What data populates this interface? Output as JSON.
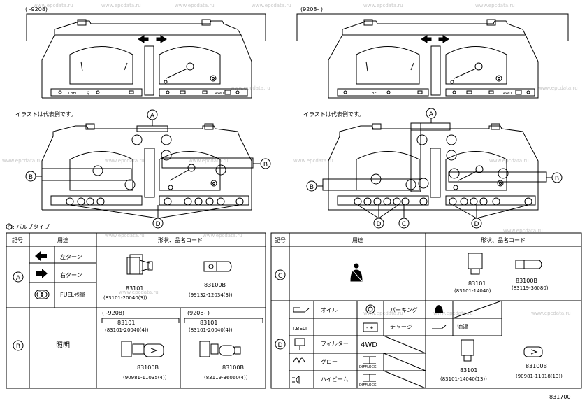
{
  "top_left": {
    "date_range": "( -9208)",
    "caption": "イラストは代表例です。",
    "strip_text": [
      "T.BELT",
      "4WD"
    ]
  },
  "top_right": {
    "date_range": "(9208- )",
    "caption": "イラストは代表例です。",
    "strip_text": [
      "T.BELT",
      "4WD"
    ]
  },
  "callouts": {
    "a": "A",
    "b": "B",
    "c": "C",
    "d": "D"
  },
  "bulb_type_label": "○: バルブタイプ",
  "table_left": {
    "header_code": "記号",
    "header_use": "用途",
    "header_shape": "形状、品名コード",
    "row_a": {
      "code": "A",
      "uses": [
        "左ターン",
        "右ターン",
        "FUEL残量"
      ],
      "part1_no": "83101",
      "part1_code": "(83101-20040(3))",
      "part2_no": "83100B",
      "part2_code": "(99132-12034(3))"
    },
    "row_b": {
      "code": "B",
      "use": "照明",
      "range1": "( -9208)",
      "range2": "(9208- )",
      "range1_part_code": "(83101-20040(4))",
      "range2_part_code": "(83101-20040(4))",
      "part_no": "83101",
      "part3_no": "83100B",
      "part3_code": "(90981-11035(4))",
      "part4_no": "83100B",
      "part4_code": "(83119-36060(4))"
    }
  },
  "table_right": {
    "header_code": "記号",
    "header_use": "用途",
    "header_shape": "形状、品名コード",
    "row_c": {
      "code": "C",
      "part1_no": "83101",
      "part1_code": "(83101-14040)",
      "part2_no": "83100B",
      "part2_code": "(83119-36080)"
    },
    "row_d": {
      "code": "D",
      "uses": [
        "オイル",
        "パーキング",
        "T.BELT",
        "チャージ",
        "油温",
        "フィルター",
        "4WD",
        "グロー",
        "DIFFLOCK",
        "ハイビーム",
        "DIFFLOCK"
      ],
      "part1_no": "83101",
      "part1_code": "(83101-14040(13))",
      "part2_no": "83100B",
      "part2_code": "(90981-11018(13))"
    }
  },
  "figure_number": "831700",
  "watermark": "www.epcdata.ru"
}
